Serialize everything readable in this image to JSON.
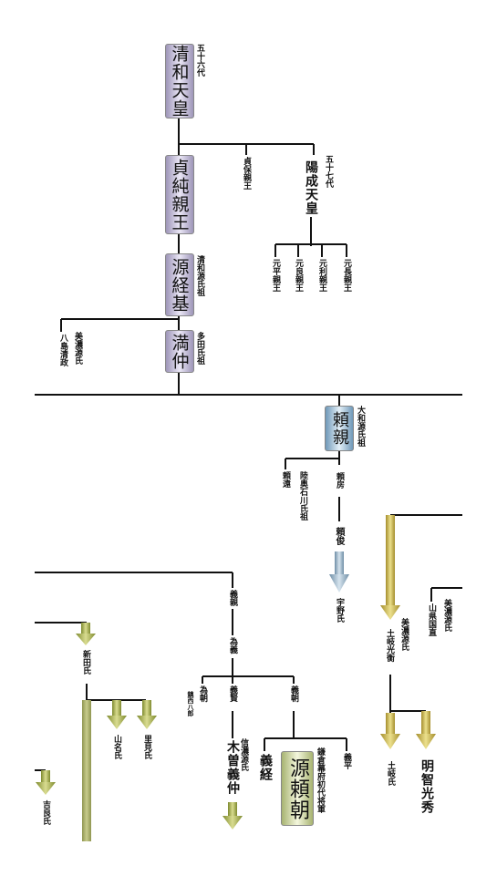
{
  "persons": {
    "seiwa": {
      "name": "清和天皇",
      "note": "五十六代"
    },
    "sadazumi": {
      "name": "貞純親王"
    },
    "sadayasu": {
      "name": "貞保親王"
    },
    "yozei": {
      "name": "陽成天皇",
      "note": "五十七代"
    },
    "motohira": {
      "name": "元平親王"
    },
    "motoyoshi": {
      "name": "元良親王"
    },
    "mototoshi": {
      "name": "元利親王"
    },
    "motonaga": {
      "name": "元長親王"
    },
    "tsunemoto": {
      "name": "源経基",
      "note": "清和源氏祖"
    },
    "mitsunaka": {
      "name": "満仲",
      "note": "多田氏祖"
    },
    "hachijima": {
      "name": "八島清政",
      "note": "美濃源氏"
    },
    "yorichika": {
      "name": "頼親",
      "note": "大和源氏祖"
    },
    "yoritoo": {
      "name": "頼遠"
    },
    "ishikawa": {
      "name": "陸奥石川氏祖"
    },
    "yorishige": {
      "name": "頼房"
    },
    "yoritoshi": {
      "name": "頼俊"
    },
    "uno": {
      "name": "宇野氏"
    },
    "yamagata": {
      "name": "山県国直",
      "note": "美濃源氏"
    },
    "toki_mitsuhira": {
      "name": "土岐光衡",
      "note": "美濃源氏"
    },
    "toki": {
      "name": "土岐氏"
    },
    "akechi": {
      "name": "明智光秀"
    },
    "yoshichika": {
      "name": "義親"
    },
    "tameyoshi": {
      "name": "為義"
    },
    "tametomo": {
      "name": "為朝",
      "note": "鎮西八郎"
    },
    "yoshikata": {
      "name": "義賢"
    },
    "kiso": {
      "name": "木曽義仲",
      "note": "信濃源氏"
    },
    "yoshitomo": {
      "name": "義朝"
    },
    "yoshitsune": {
      "name": "義経"
    },
    "yoritomo": {
      "name": "源頼朝",
      "note": "鎌倉幕府初代将軍"
    },
    "yoshihira": {
      "name": "義平"
    },
    "nitta": {
      "name": "新田氏"
    },
    "yamana": {
      "name": "山名氏"
    },
    "satomi": {
      "name": "里見氏"
    },
    "kira": {
      "name": "吉良氏"
    }
  },
  "colors": {
    "line": "#111111",
    "arrow_green": "#a8ab58",
    "arrow_green_dark": "#7e8a2e",
    "arrow_blue": "#8ea9bd",
    "arrow_gold": "#c9b24a"
  }
}
